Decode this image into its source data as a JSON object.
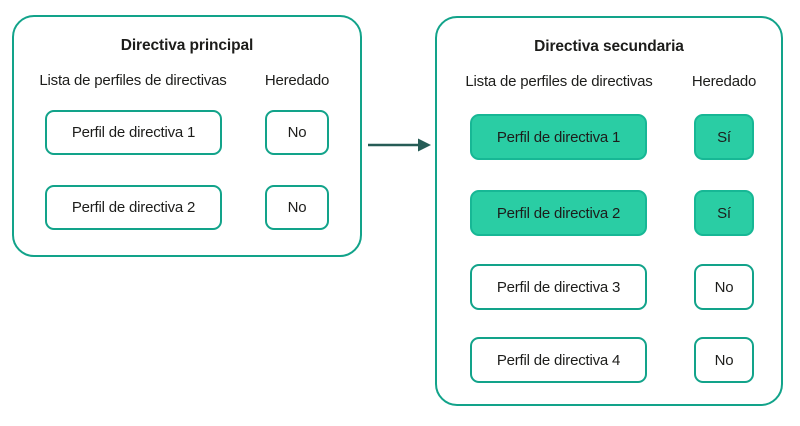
{
  "colors": {
    "border_teal": "#12a38a",
    "fill_green": "#2acda4",
    "fill_green_border": "#17b795",
    "text_dark": "#1d1d1b",
    "arrow": "#265c56",
    "background": "#ffffff"
  },
  "left_panel": {
    "title": "Directiva principal",
    "col1_header": "Lista de perfiles de directivas",
    "col2_header": "Heredado",
    "rows": [
      {
        "profile": "Perfil de directiva 1",
        "inherited": "No",
        "highlighted": false
      },
      {
        "profile": "Perfil de directiva 2",
        "inherited": "No",
        "highlighted": false
      }
    ]
  },
  "right_panel": {
    "title": "Directiva secundaria",
    "col1_header": "Lista de perfiles de directivas",
    "col2_header": "Heredado",
    "rows": [
      {
        "profile": "Perfil de directiva 1",
        "inherited": "Sí",
        "highlighted": true
      },
      {
        "profile": "Perfil de directiva 2",
        "inherited": "Sí",
        "highlighted": true
      },
      {
        "profile": "Perfil de directiva 3",
        "inherited": "No",
        "highlighted": false
      },
      {
        "profile": "Perfil de directiva 4",
        "inherited": "No",
        "highlighted": false
      }
    ]
  },
  "arrow": {
    "icon": "arrow-right-icon",
    "direction": "right"
  }
}
